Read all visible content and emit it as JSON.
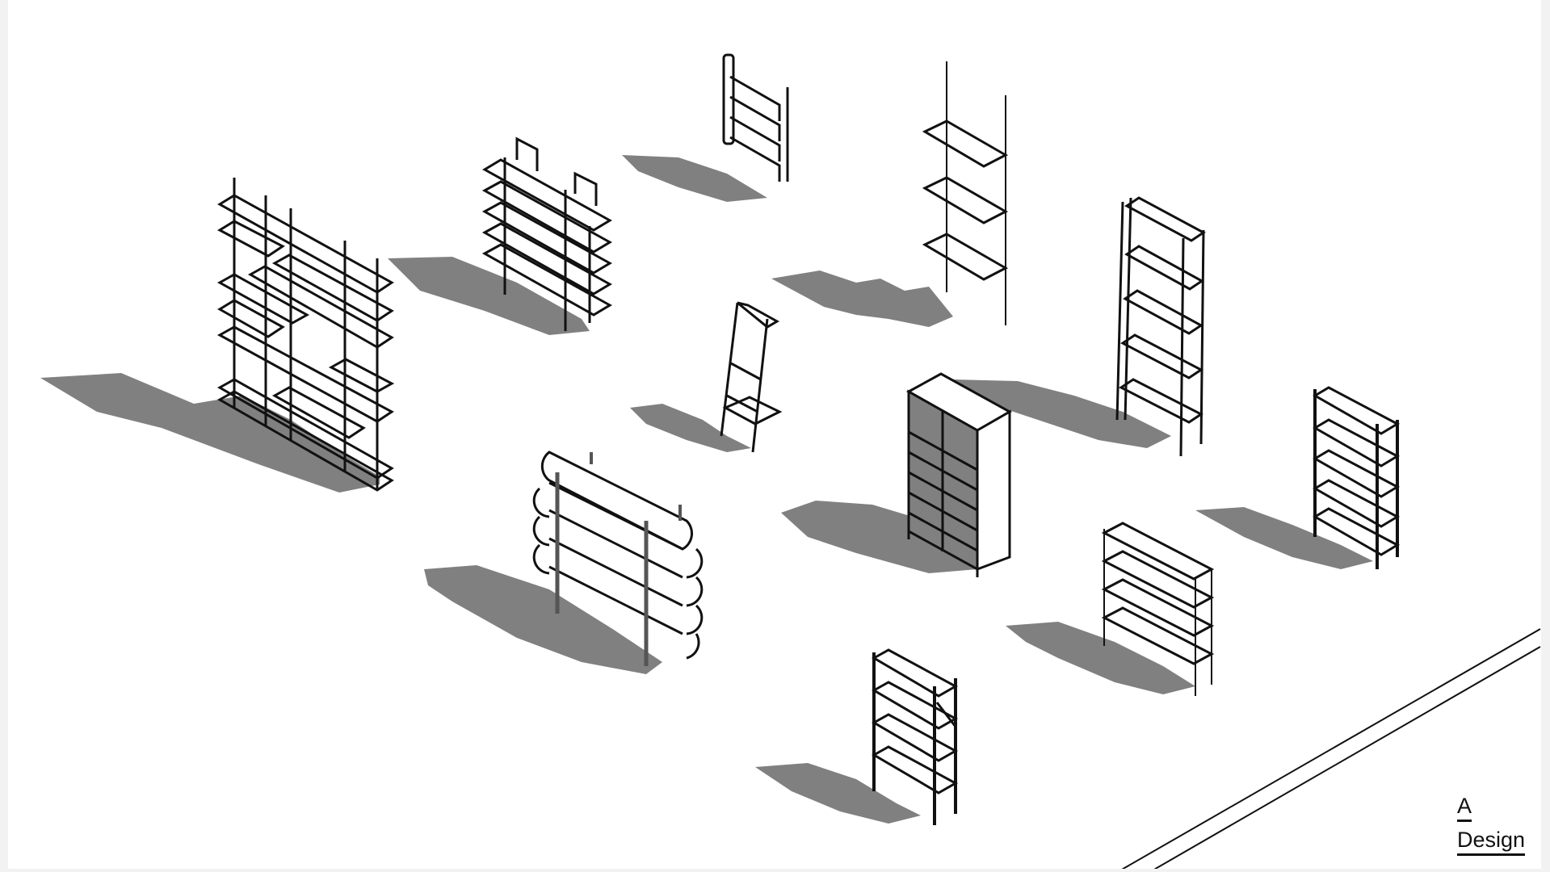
{
  "logo": {
    "line1": "A",
    "line2": "Design"
  },
  "colors": {
    "background": "#ffffff",
    "frame": "#f2f2f2",
    "shadow": "#808080",
    "line": "#111111"
  },
  "scene": {
    "type": "isometric shelving collection",
    "objects": [
      "modular wall shelving system",
      "bracket shelf unit",
      "rounded wall rack",
      "wall-rail shelves",
      "leaning ladder shelf",
      "tall frame bookcase",
      "pill-shaped open shelf",
      "glass-door cabinet",
      "tall black frame shelf",
      "light frame shelf",
      "small black frame shelf"
    ]
  }
}
